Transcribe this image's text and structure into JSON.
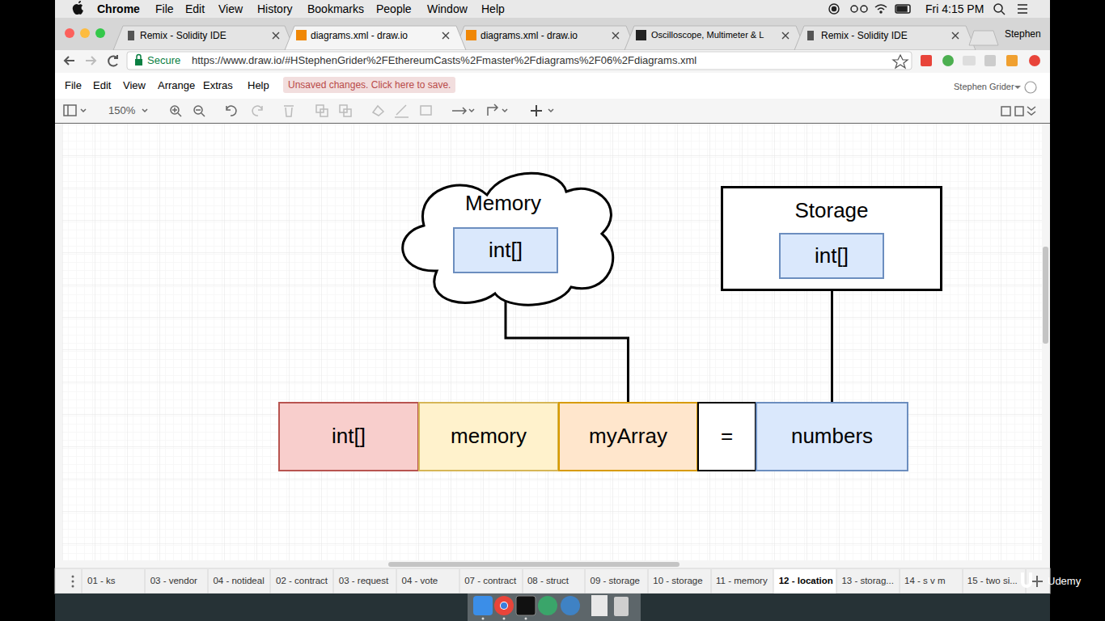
{
  "diagram": {
    "nodes": [
      {
        "text": [
          "Memory"
        ]
      },
      {
        "text": [
          "int[]"
        ],
        "in": 0
      },
      {
        "text": [
          "Storage"
        ]
      },
      {
        "text": [
          "int[]"
        ],
        "in": 2
      },
      {
        "text": [
          "int[]"
        ]
      },
      {
        "text": [
          "memory"
        ]
      },
      {
        "text": [
          "myArray"
        ]
      },
      {
        "text": [
          "="
        ]
      },
      {
        "text": [
          "numbers"
        ]
      }
    ],
    "edges": [
      {
        "from": 6,
        "to": 1,
        "arrow": "to"
      },
      {
        "from": 8,
        "to": 3,
        "arrow": "to"
      }
    ],
    "labels": [
      "Chrome",
      "File",
      "Edit",
      "View",
      "History",
      "Bookmarks",
      "People",
      "Window",
      "Help",
      "Fri 4:15 PM",
      "Remix - Solidity IDE",
      "diagrams.xml - draw.io",
      "diagrams.xml - draw.io",
      "Oscilloscope, Multimeter & L",
      "Remix - Solidity IDE",
      "Stephen",
      "Secure",
      "https://www.draw.io/#HStephenGrider%2FEthereumCasts%2Fmaster%2Fdiagrams%2F06%2Fdiagrams.xml",
      "File",
      "Edit",
      "View",
      "Arrange",
      "Extras",
      "Help",
      "Unsaved changes. Click here to save.",
      "Stephen Grider",
      "150%",
      "01 - ks",
      "03 - vendor",
      "04 - notideal",
      "02 - contract",
      "03 - request",
      "04 - vote",
      "07 - contract",
      "08 - struct",
      "09 - storage",
      "10 - storage",
      "11 - memory",
      "12 - location",
      "13 - storag...",
      "14 - s v m",
      "15 - two si...",
      "Udemy"
    ]
  }
}
